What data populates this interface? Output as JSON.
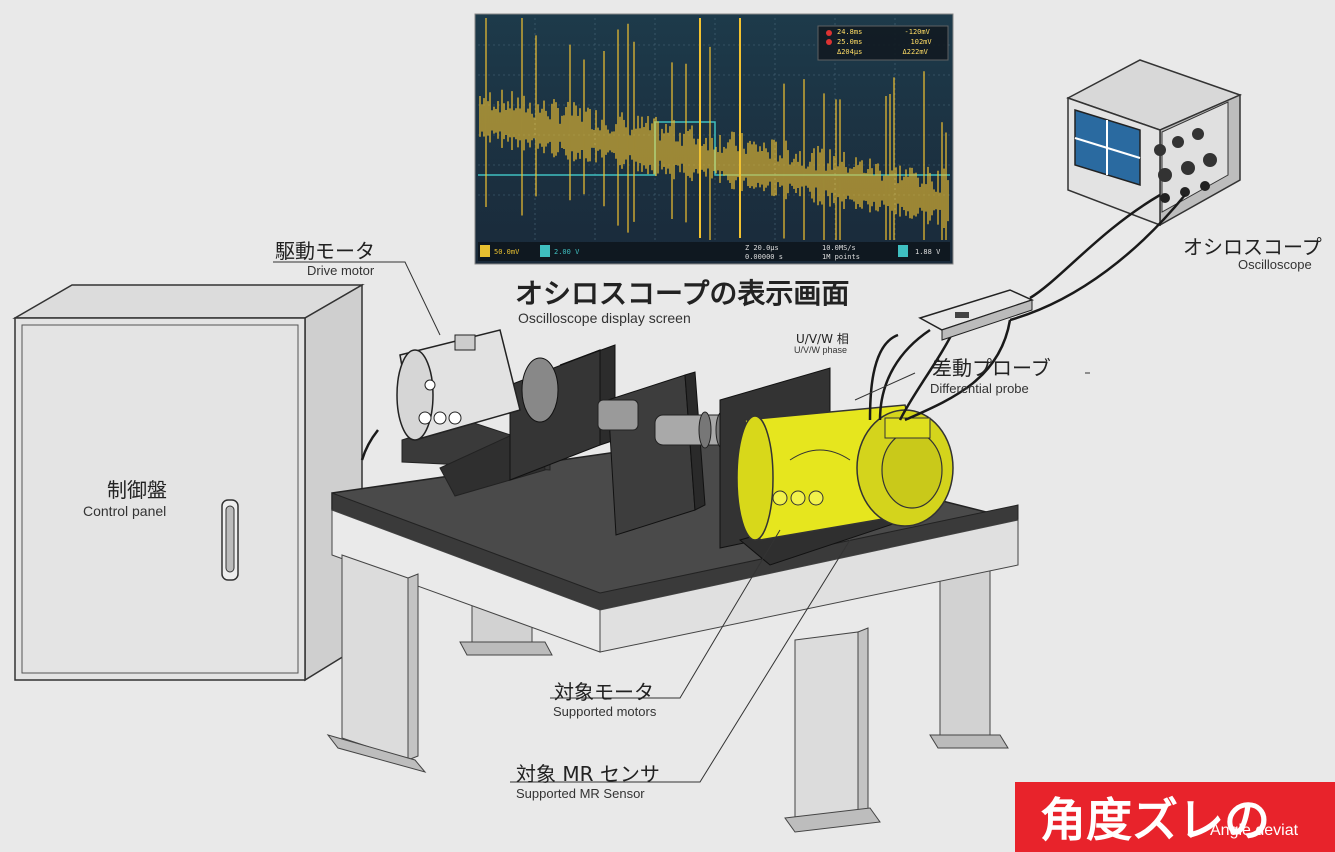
{
  "scope_screen": {
    "readout_rows": [
      {
        "a": "24.8ms",
        "b": "-120mV"
      },
      {
        "a": "25.0ms",
        "b": "102mV"
      },
      {
        "a": "Δ204μs",
        "b": "Δ222mV"
      }
    ],
    "bottom_bar": {
      "ch1": "50.0mV",
      "ch2": "2.00 V",
      "timebase": "Z 20.0μs",
      "offset": "0.00000 s",
      "rate": "10.0MS/s",
      "points": "1M points",
      "trigger": "1.88 V"
    }
  },
  "labels": {
    "screen_title_jp": "オシロスコープの表示画面",
    "screen_title_en": "Oscilloscope display screen",
    "drive_motor_jp": "駆動モータ",
    "drive_motor_en": "Drive motor",
    "control_panel_jp": "制御盤",
    "control_panel_en": "Control panel",
    "oscilloscope_jp": "オシロスコープ",
    "oscilloscope_en": "Oscilloscope",
    "uvw_jp": "U/V/W 相",
    "uvw_en": "U/V/W phase",
    "probe_jp": "差動プローブ",
    "probe_en": "Differential probe",
    "target_motor_jp": "対象モータ",
    "target_motor_en": "Supported motors",
    "target_sensor_jp": "対象 MR センサ",
    "target_sensor_en": "Supported MR Sensor"
  },
  "banner": {
    "jp": "角度ズレの",
    "en": "Angle deviat"
  },
  "colors": {
    "background": "#e9e9e9",
    "target_motor": "#e6e61e",
    "banner": "#e8232b",
    "scope_trace": "#f2c230",
    "scope_trace2": "#3fbfc0"
  }
}
